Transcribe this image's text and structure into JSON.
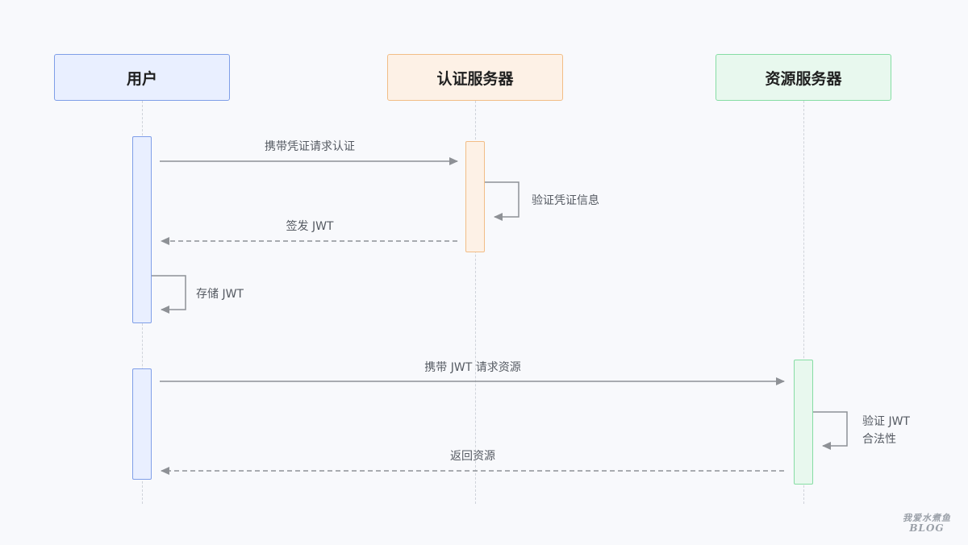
{
  "participants": {
    "user": "用户",
    "auth_server": "认证服务器",
    "resource_server": "资源服务器"
  },
  "messages": {
    "m1": "携带凭证请求认证",
    "m2": "验证凭证信息",
    "m3": "签发 JWT",
    "m4": "存储 JWT",
    "m5": "携带 JWT 请求资源",
    "m6_line1": "验证 JWT",
    "m6_line2": "合法性",
    "m7": "返回资源"
  },
  "watermark": {
    "line1": "我爱水煮鱼",
    "line2": "BLOG"
  },
  "colors": {
    "user": "#7f9ee8",
    "auth": "#f2bd86",
    "resource": "#86dda4",
    "arrow": "#8e9196"
  }
}
